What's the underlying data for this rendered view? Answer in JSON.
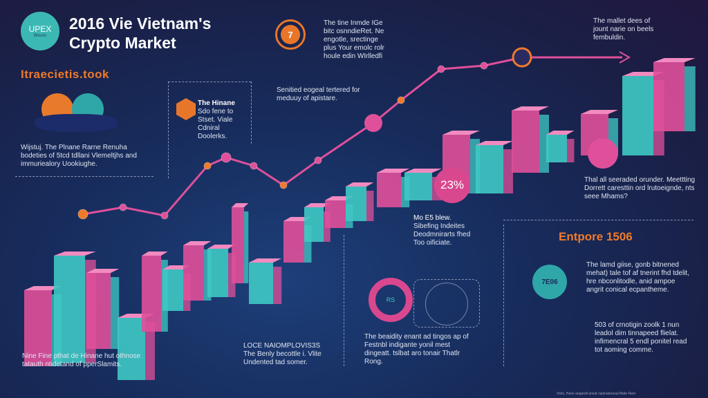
{
  "header": {
    "logo_text": "UPEX",
    "logo_sub": "Bitcoin",
    "title_line1": "2016 Vie Vietnam's",
    "title_line2": "Crypto Market",
    "subtitle": "Itraecietis.took"
  },
  "left_block": {
    "text": "Wijstuj. The Plnane Rarne Renuha bodeties of 5tcd tdllani Vlemeltjhs and immuriealory Uookiughe."
  },
  "center_box": {
    "heading": "The Hinane",
    "text": "Sdo fene to Stset. Viale Cdniral Doolerks."
  },
  "top_note": {
    "badge": "7",
    "text": "The tine Inmde IGe bitc osnndieRet. Ne engotle, srectinge plus Your emolc rolr houle edin WIrlledfi"
  },
  "mid_note": {
    "text": "Senitied eogeal tertered for meduuy of apistare."
  },
  "top_right_note": {
    "text": "The mallet dees of jount narie on beels fembuldin."
  },
  "right_note": {
    "text": "Thal all seeraded orunder. Meettting Dorrett caresttin ord lrutoeignde, nts seee Mhams?"
  },
  "percent_badge": "23%",
  "stat_block": {
    "heading": "Mo E5 blew.",
    "text": "Sibefing Indeites Deodmnirarts fhed Too oificiate."
  },
  "enterprise": {
    "heading": "Entpore 1506",
    "badge": "7E06",
    "text1": "The lamd giise, gonb bitnened mehat) tale tof af tnerint fhd tdelit, hre nbconlitodle, anid ampoe angrit conical ecpantheme.",
    "text2": "503 of crnotigin zoolk 1 nun leadol dim tinnapeed flielat. infimencral 5 endl ponitel read tot aoming comme."
  },
  "bottom_left": {
    "text": "Nine Fine pthat de Hinane hut othnose tatauth ntidetand of pperSlamits."
  },
  "bottom_mid": {
    "heading": "LOCE NAIOMPLOVIS3S",
    "text": "The Benly becottle i. Vlite Undented tad somer."
  },
  "bottom_center": {
    "badge": "RS",
    "text": "The beaidity enant ad tingos ap of Festnbl indigante yonil mest dingeatt. tslbat aro tonair Thatlr Rong."
  },
  "footer": {
    "credit": "Viets, Hane angandl anvat nspinaterusal Mate Reer"
  },
  "colors": {
    "pink": "#e0509a",
    "teal": "#3fc9c4",
    "orange": "#f07a2a",
    "navy": "#172c5c"
  }
}
